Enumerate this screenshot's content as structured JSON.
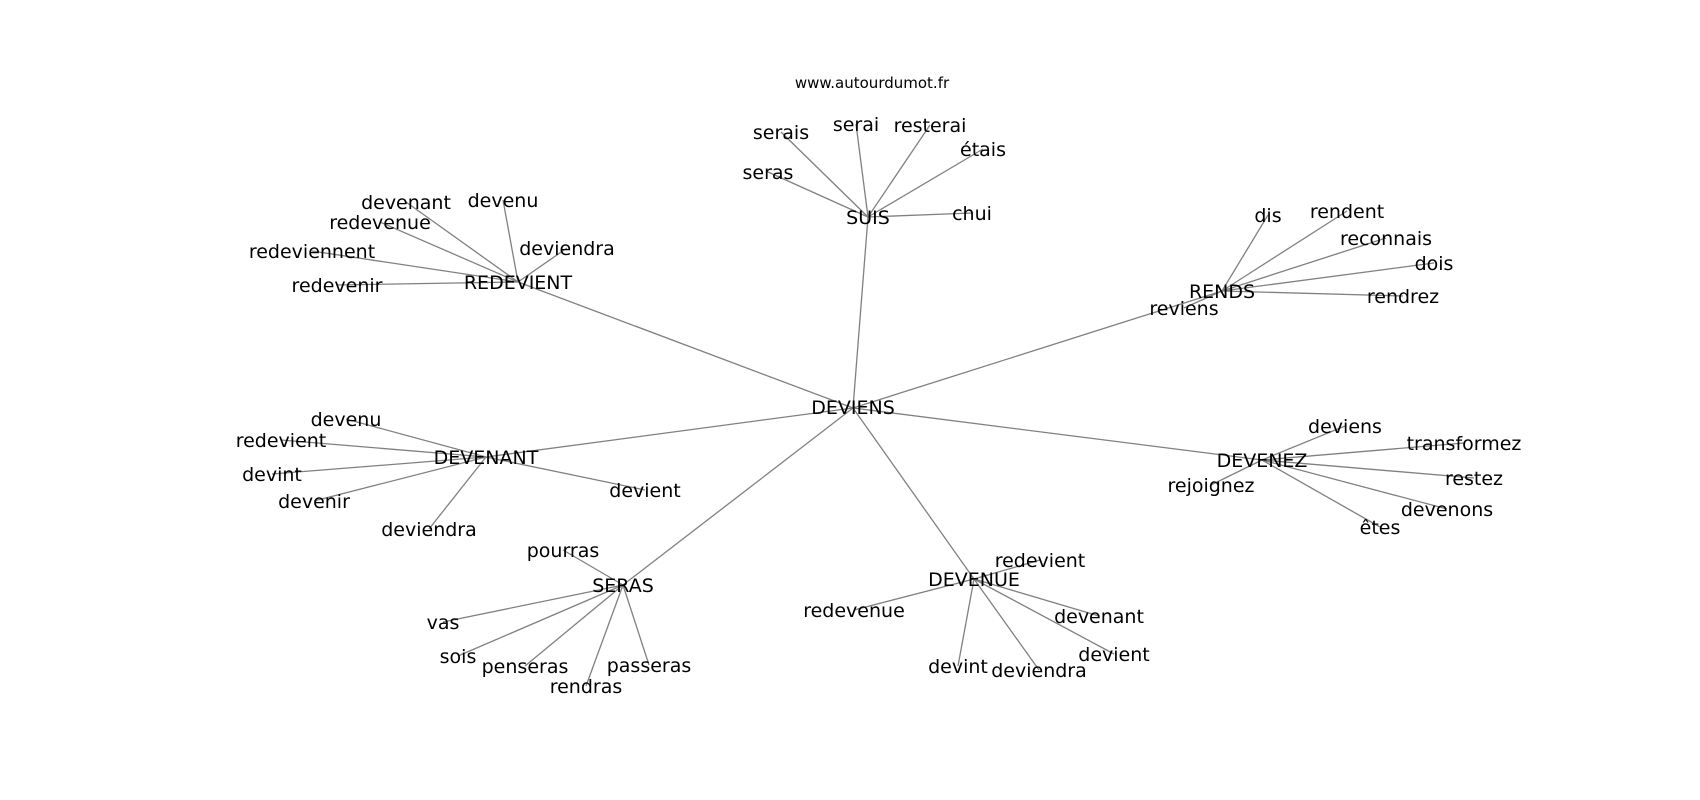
{
  "source": "www.autourdumot.fr",
  "center": "DEVIENS",
  "groups": [
    {
      "hub": "SUIS",
      "words": [
        "serais",
        "serai",
        "resterai",
        "étais",
        "seras",
        "chui"
      ]
    },
    {
      "hub": "REDEVIENT",
      "words": [
        "devenant",
        "devenu",
        "redevenue",
        "deviendra",
        "redeviennent",
        "redevenir"
      ]
    },
    {
      "hub": "RENDS",
      "words": [
        "dis",
        "rendent",
        "reconnais",
        "dois",
        "rendrez",
        "reviens"
      ]
    },
    {
      "hub": "DEVENANT",
      "words": [
        "devenu",
        "redevient",
        "devint",
        "devenir",
        "deviendra",
        "devient"
      ]
    },
    {
      "hub": "DEVENEZ",
      "words": [
        "deviens",
        "transformez",
        "rejoignez",
        "restez",
        "devenons",
        "êtes"
      ]
    },
    {
      "hub": "SERAS",
      "words": [
        "pourras",
        "vas",
        "sois",
        "penseras",
        "passeras",
        "rendras"
      ]
    },
    {
      "hub": "DEVENUE",
      "words": [
        "redevient",
        "redevenue",
        "devenant",
        "devient",
        "devint",
        "deviendra"
      ]
    }
  ]
}
